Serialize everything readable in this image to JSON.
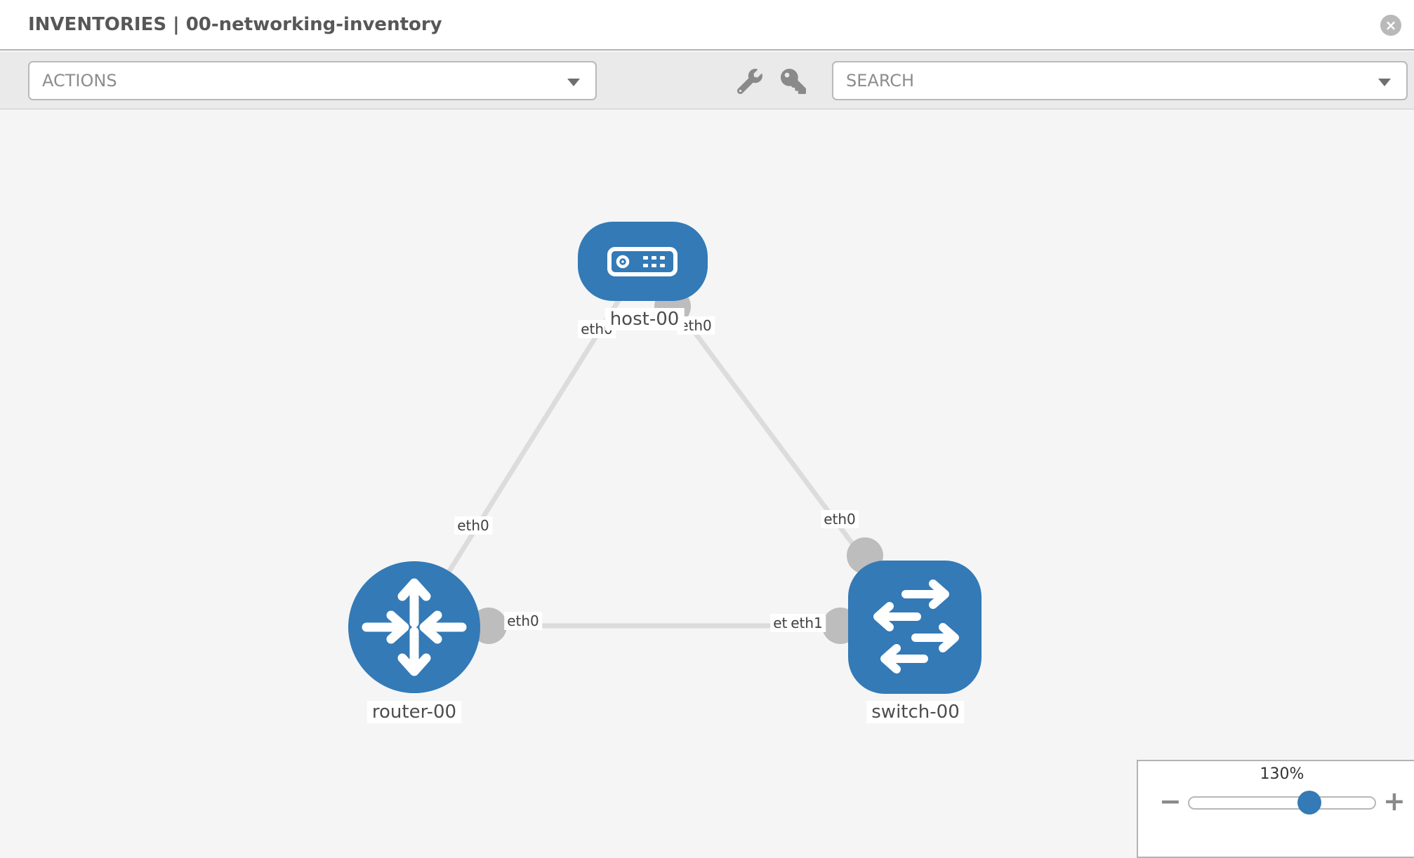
{
  "header": {
    "title": "INVENTORIES | 00-networking-inventory",
    "close": "×"
  },
  "toolbar": {
    "actions_placeholder": "ACTIONS",
    "search_placeholder": "SEARCH",
    "icons": [
      "wrench-icon",
      "key-icon"
    ]
  },
  "topology": {
    "nodes": [
      {
        "name": "host-00",
        "type": "host"
      },
      {
        "name": "router-00",
        "type": "router"
      },
      {
        "name": "switch-00",
        "type": "switch"
      }
    ],
    "links": [
      {
        "from": "host-00",
        "to": "router-00",
        "from_interface": "eth0",
        "to_interface": "eth0"
      },
      {
        "from": "host-00",
        "to": "switch-00",
        "from_interface": "eth0",
        "to_interface": "eth0"
      },
      {
        "from": "router-00",
        "to": "switch-00",
        "from_interface": "eth0",
        "to_interface": "eth1"
      }
    ]
  },
  "node_labels": {
    "host": "host-00",
    "router": "router-00",
    "switch": "switch-00"
  },
  "interface_labels": {
    "host_left": "eth0",
    "host_right": "eth0",
    "router_top": "eth0",
    "switch_top": "eth0",
    "router_right": "eth0",
    "switch_left_under": "eth0",
    "switch_left": "eth1"
  },
  "zoom_control": {
    "level": "130%",
    "minus": "−",
    "plus": "+"
  },
  "colors": {
    "node_blue": "#337ab7",
    "link_gray": "#dcdcdc",
    "port_gray": "#bdbdbd",
    "toolbar_bg": "#eaeaea",
    "canvas_bg": "#f5f5f5",
    "border_gray": "#b9b9b9"
  }
}
